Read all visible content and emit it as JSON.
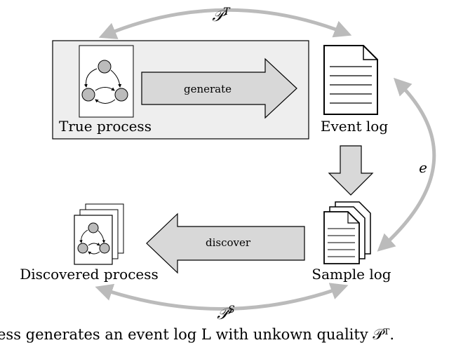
{
  "nodes": {
    "true_process": "True process",
    "event_log": "Event log",
    "sample_log": "Sample log",
    "discovered_process": "Discovered process"
  },
  "arrows": {
    "generate": "generate",
    "discover": "discover"
  },
  "symbols": {
    "p_top_base": "𝒫",
    "p_top_sup": "T",
    "p_bottom_base": "𝒫",
    "p_bottom_sup": "S",
    "e": "e"
  },
  "caption": "ess generates an event log L with unkown quality 𝒫ᵀ."
}
